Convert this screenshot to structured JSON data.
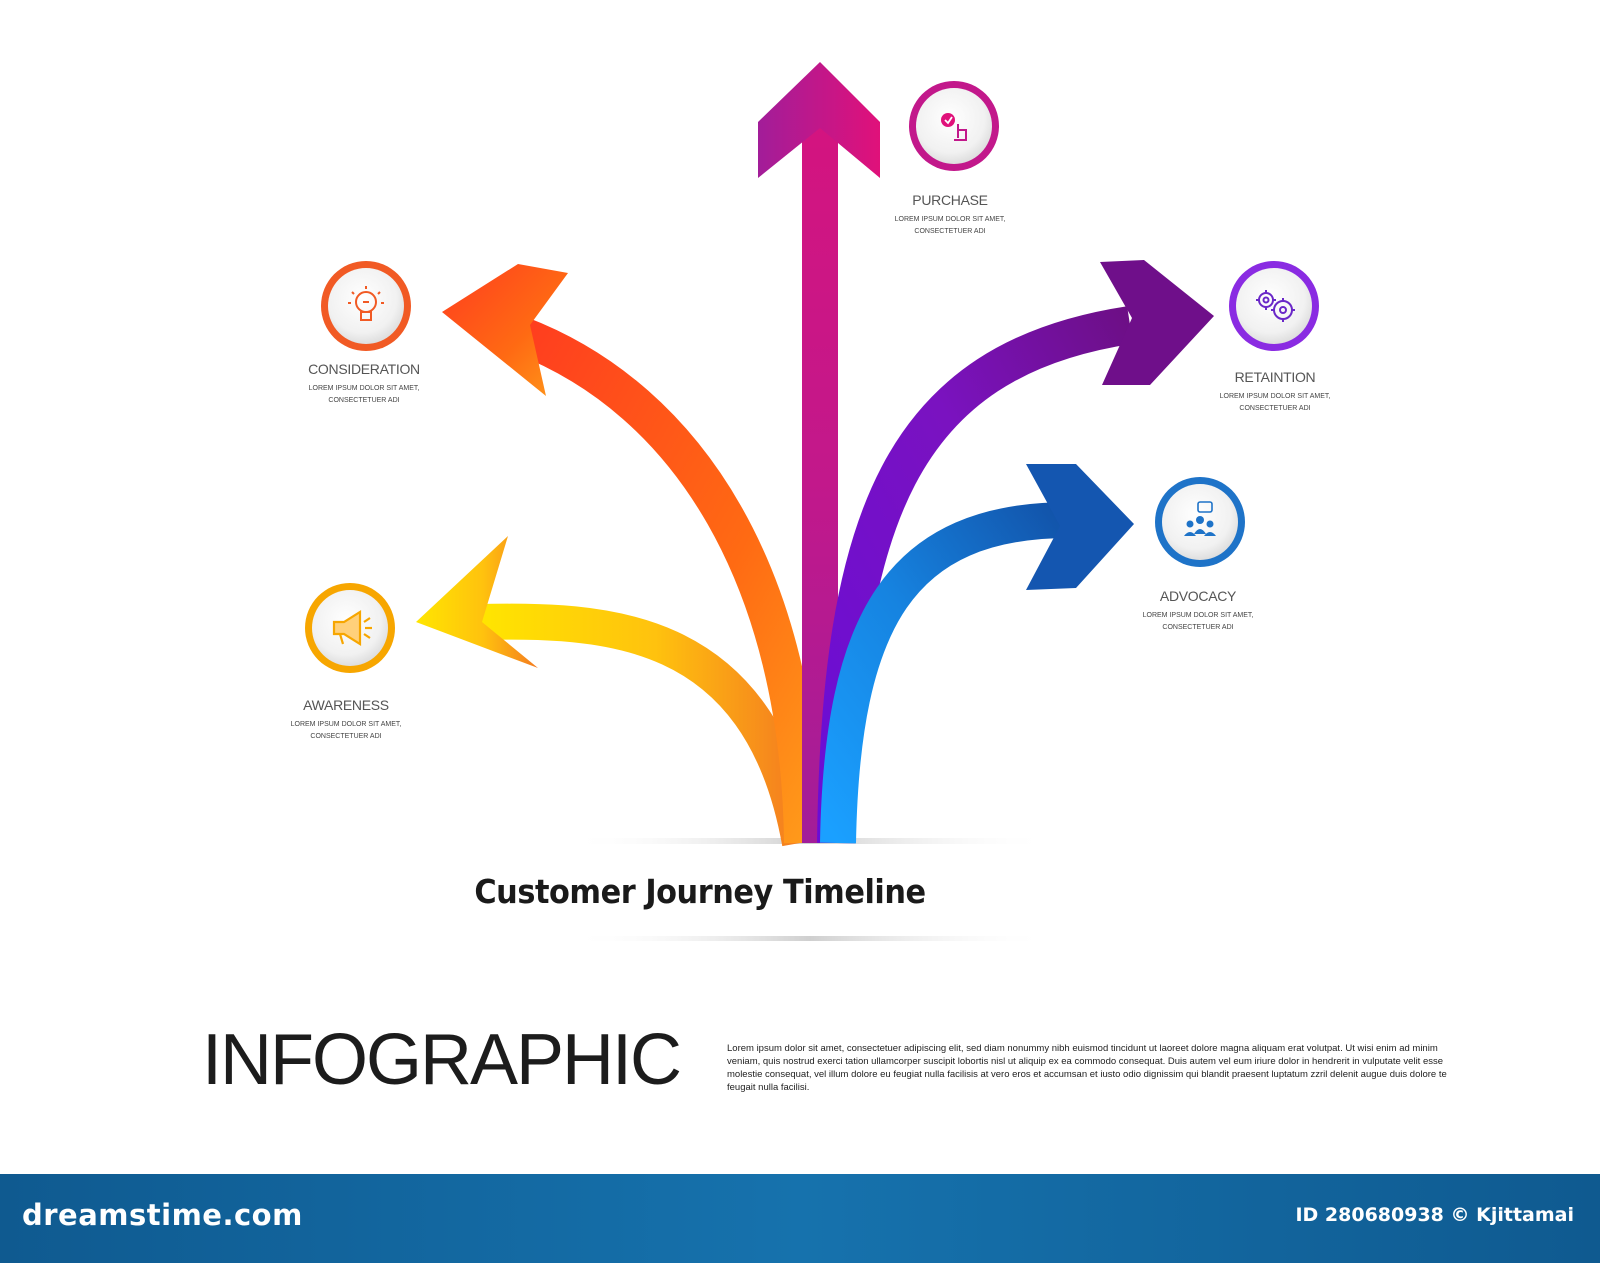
{
  "title": "Customer Journey Timeline",
  "heading": "INFOGRAPHIC",
  "body_text": "Lorem ipsum dolor sit amet, consectetuer adipiscing elit, sed diam nonummy nibh euismod tincidunt ut laoreet dolore magna aliquam erat volutpat. Ut wisi enim ad minim veniam, quis nostrud exerci tation ullamcorper suscipit lobortis nisl ut aliquip ex ea commodo consequat. Duis autem vel eum iriure dolor in hendrerit in vulputate velit esse molestie consequat, vel illum dolore eu feugiat nulla facilisis at vero eros et accumsan et iusto odio dignissim qui blandit praesent luptatum zzril delenit augue duis dolore te feugait nulla facilisi.",
  "stages": [
    {
      "label": "AWARENESS",
      "desc": "LOREM IPSUM DOLOR SIT AMET,\nCONSECTETUER ADI",
      "icon": "megaphone-icon",
      "color": "#f7a600"
    },
    {
      "label": "CONSIDERATION",
      "desc": "LOREM IPSUM DOLOR SIT AMET,\nCONSECTETUER ADI",
      "icon": "lightbulb-icon",
      "color": "#f15a24"
    },
    {
      "label": "PURCHASE",
      "desc": "LOREM IPSUM DOLOR SIT AMET,\nCONSECTETUER ADI",
      "icon": "click-hand-icon",
      "color": "#c2188b"
    },
    {
      "label": "RETAINTION",
      "desc": "LOREM IPSUM DOLOR SIT AMET,\nCONSECTETUER ADI",
      "icon": "gears-icon",
      "color": "#8a2be2"
    },
    {
      "label": "ADVOCACY",
      "desc": "LOREM IPSUM DOLOR SIT AMET,\nCONSECTETUER ADI",
      "icon": "people-chat-icon",
      "color": "#1e73c8"
    }
  ],
  "footer": {
    "brand": "dreamstime.com",
    "credit": "ID 280680938 © Kjittamai"
  }
}
